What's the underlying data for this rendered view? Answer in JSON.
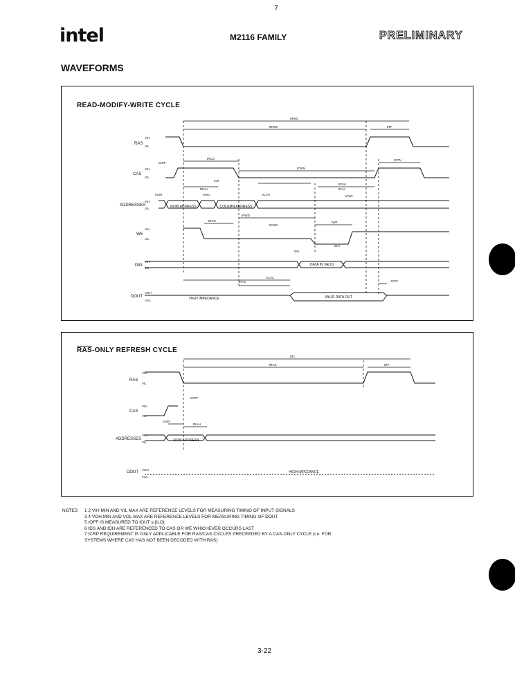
{
  "header": {
    "logo": "intel",
    "family": "M2116 FAMILY",
    "status": "PRELIMINARY",
    "mark": "7"
  },
  "section_title": "WAVEFORMS",
  "rmw": {
    "title": "READ-MODIFY-WRITE CYCLE",
    "signals": [
      "RAS",
      "CAS",
      "ADDRESSES",
      "WE",
      "DIN",
      "DOUT"
    ],
    "levels": [
      "VIH",
      "VIL",
      "VIH",
      "VIL",
      "VIH",
      "VIL",
      "VIH",
      "VIL",
      "VIH",
      "VIL",
      "VOH",
      "VOL"
    ],
    "timing": [
      "tRWC",
      "tRRW",
      "tRP",
      "tCRP",
      "tRCD",
      "tCRW",
      "tCPN",
      "tRSH",
      "tAR",
      "tASR",
      "tRAH",
      "tASC",
      "tCAH",
      "tRAL",
      "tCWL",
      "tRCS",
      "tRWD",
      "tCWD",
      "tWP",
      "tDS",
      "tDH",
      "tRAC",
      "tCAC",
      "tOFF"
    ],
    "labels": {
      "row_address": "ROW ADDRESS",
      "column_address": "COLUMN ADDRESS",
      "data_in": "DATA IN VALID",
      "high_z": "HIGH IMPEDANCE",
      "valid_out": "VALID DATA OUT"
    }
  },
  "ras_only": {
    "title_over": "RAS",
    "title_rest": "-ONLY REFRESH CYCLE",
    "signals": [
      "RAS",
      "CAS",
      "ADDRESSES",
      "DOUT"
    ],
    "levels": [
      "VIH",
      "VIL",
      "VIH",
      "VIL",
      "VIH",
      "VIL",
      "VOH",
      "VOL"
    ],
    "timing": [
      "tRC",
      "tRAS",
      "tRP",
      "tCRP",
      "tASR",
      "tRAH"
    ],
    "labels": {
      "row_address": "ROW ADDRESS",
      "high_z": "HIGH IMPEDANCE"
    }
  },
  "notes": {
    "label": "NOTES",
    "items": [
      "1 2 VIH MIN AND VIL MAX ARE REFERENCE LEVELS FOR MEASURING TIMING OF INPUT SIGNALS",
      "3 4 VOH MIN AND VOL MAX ARE REFERENCE LEVELS FOR MEASURING TIMING OF DOUT",
      "5 tOFF IS MEASURED TO IOUT ≤ |ILO|",
      "6 tDS AND tDH ARE REFERENCED TO CAS OR WE WHICHEVER OCCURS LAST",
      "7 tCRP REQUIREMENT IS ONLY APPLICABLE FOR RAS/CAS CYCLES PRECEEDED BY A CAS-ONLY CYCLE (i.e. FOR SYSTEMS WHERE CAS HAS NOT BEEN DECODED WITH RAS)"
    ]
  },
  "page_number": "3-22"
}
